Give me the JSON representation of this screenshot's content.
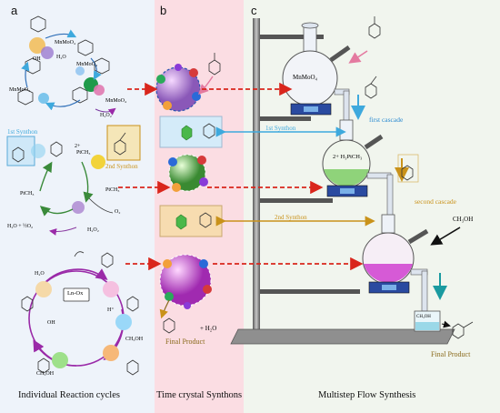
{
  "panels": {
    "a": {
      "letter": "a",
      "caption": "Individual Reaction cycles"
    },
    "b": {
      "letter": "b",
      "caption": "Time crystal Synthons"
    },
    "c": {
      "letter": "c",
      "caption": "Multistep Flow Synthesis"
    }
  },
  "panel_a": {
    "mnmo4": "MnMoO₄",
    "oh": "OH",
    "h2o": "H₂O",
    "h2o2": "H₂O₂",
    "synthon1": "1st Synthon",
    "synthon2": "2nd Synthon",
    "pt_ch3": "PtCH₃",
    "pt_ch3_2": "PtCH₃",
    "charge": "2+",
    "o2": "O₂",
    "h2o_half_o2": "H₂O + ½O₂",
    "h2o2_b": "H₂O₂",
    "ln_ox": "Ln-Ox",
    "ch3oh": "CH₃OH",
    "ch3oh_b": "CH₃OH",
    "h2o_cycle": "H₂O",
    "oh_cycle": "OH",
    "h_plus": "H⁺"
  },
  "panel_b": {
    "final_product": "Final Product",
    "plus_h2o": "+ H₂O"
  },
  "panel_c": {
    "flask1_label": "MnMoO₄",
    "flask2_label": "2+ H₃PtCH₃",
    "synthon1": "1st Synthon",
    "synthon2": "2nd Synthon",
    "first_cascade": "first cascade",
    "second_cascade": "second cascade",
    "ch3oh": "CH₃OH",
    "beaker_label": "CH₃OH",
    "final_product": "Final Product"
  },
  "colors": {
    "panel_a_bg": "#eef3fa",
    "panel_b_bg": "#fbdde3",
    "panel_c_bg": "#f1f5ee",
    "synthon1": "#3ea9dd",
    "synthon2": "#c9921a",
    "dashed_arrow": "#d9261c",
    "flask1_fill": "#f2f4f8",
    "flask2_fill": "#8fd37a",
    "flask3_fill": "#d65ad6",
    "final_product": "#8a6a1c"
  }
}
